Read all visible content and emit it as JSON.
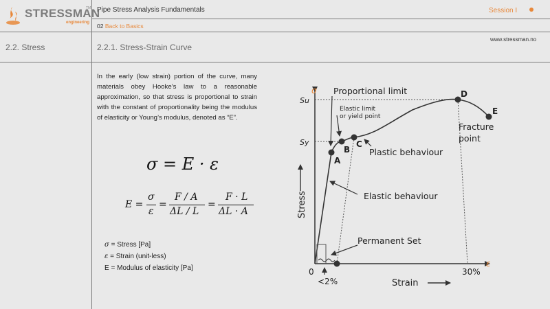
{
  "header": {
    "logo_text": "STRESSMAN",
    "logo_tm": "TM",
    "logo_sub": "engineering",
    "course_title": "Pipe Stress Analysis Fundamentals",
    "session": "Session I",
    "breadcrumb_num": "02",
    "breadcrumb_link": "Back to Basics",
    "website": "www.stressman.no"
  },
  "section": {
    "left": "2.2.  Stress",
    "right": "2.2.1.  Stress-Strain Curve"
  },
  "body_text": "In the early (low strain) portion of the curve, many materials obey Hooke’s law to a reasonable approximation, so that stress is proportional to strain with the constant of proportionality being the modulus of elasticity or Young’s modulus, denoted as “E”.",
  "formulas": {
    "main": "σ = E · ε",
    "lhs": "E =",
    "eq1": "=",
    "eq2": "=",
    "f1_num": "σ",
    "f1_den": "ε",
    "f2_num": "F / A",
    "f2_den": "ΔL / L",
    "f3_num": "F · L",
    "f3_den": "ΔL · A"
  },
  "legend": [
    {
      "sym": "σ",
      "text": " = Stress [Pa]"
    },
    {
      "sym": "ε",
      "text": " = Strain (unit-less)"
    },
    {
      "sym": "E",
      "text": " = Modulus of elasticity [Pa]"
    }
  ],
  "diagram": {
    "sigma": "σ",
    "epsilon": "ε",
    "su": "Su",
    "sy": "Sy",
    "origin": "0",
    "x_tick": "30%",
    "lt2": "<2%",
    "y_axis": "Stress",
    "x_axis": "Strain",
    "points": [
      "A",
      "B",
      "C",
      "D",
      "E"
    ],
    "label_proportional": "Proportional limit",
    "label_elastic_limit_1": "Elastic limit",
    "label_elastic_limit_2": "or yield point",
    "label_plastic": "Plastic behaviour",
    "label_elastic": "Elastic behaviour",
    "label_fracture_1": "Fracture",
    "label_fracture_2": "point",
    "label_permanent": "Permanent Set"
  },
  "colors": {
    "accent": "#e8883a",
    "text": "#222222",
    "muted": "#666666",
    "background": "#e9e9e9"
  }
}
